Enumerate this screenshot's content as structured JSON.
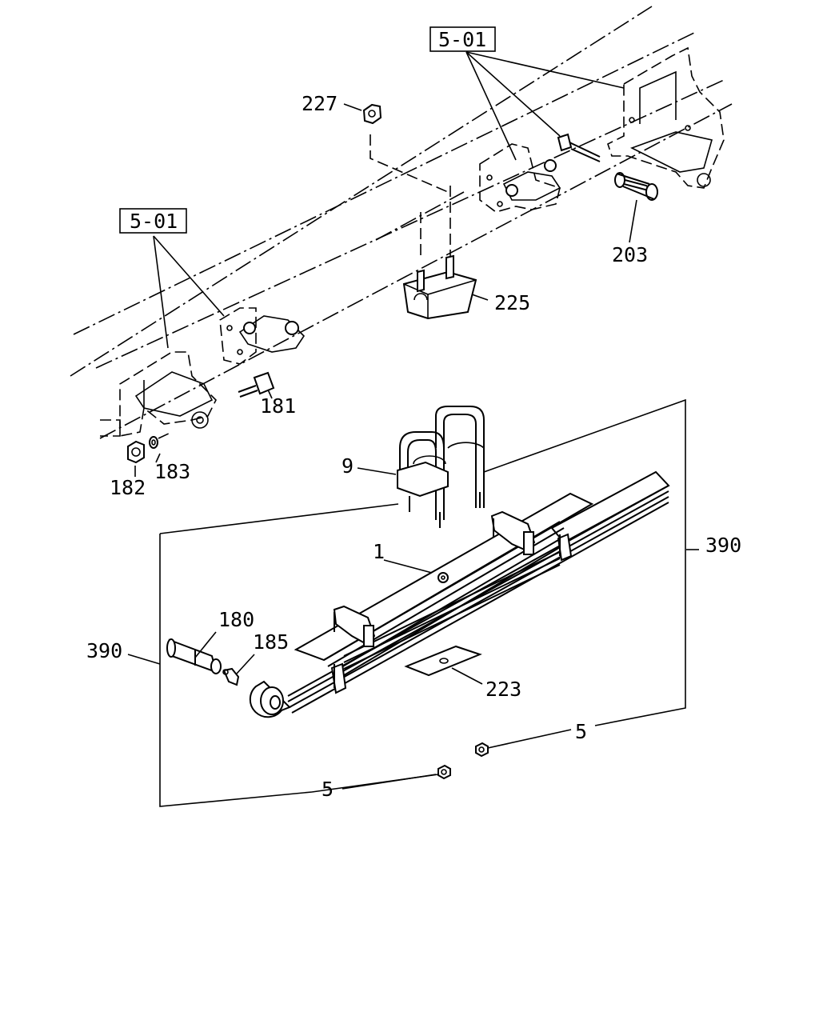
{
  "diagram": {
    "callouts": {
      "ref_top": "5-01",
      "ref_left": "5-01",
      "p227": "227",
      "p203": "203",
      "p225": "225",
      "p181": "181",
      "p182": "182",
      "p183": "183",
      "p9": "9",
      "p1": "1",
      "p390_right": "390",
      "p390_left": "390",
      "p180": "180",
      "p185": "185",
      "p223": "223",
      "p5_right": "5",
      "p5_bottom": "5"
    }
  }
}
